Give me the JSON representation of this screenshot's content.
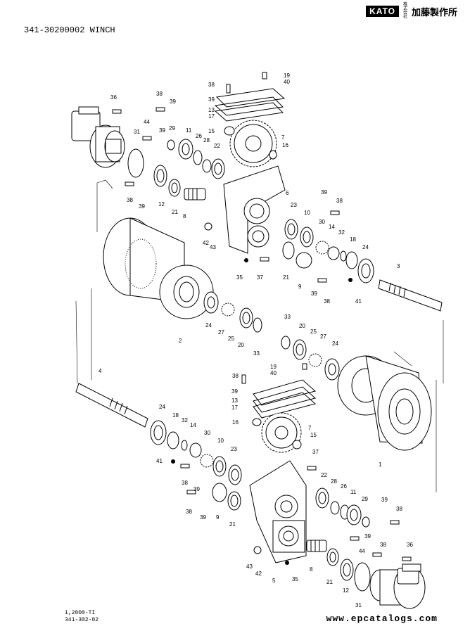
{
  "header": {
    "brand_box": "KATO",
    "brand_small": "株式会社",
    "brand_name": "加藤製作所",
    "title": "341-30200002 WINCH"
  },
  "footer": {
    "code_line1": "1,2000-TI",
    "code_line2": "341-302-02",
    "watermark": "www.epcatalogs.com"
  },
  "callouts": [
    {
      "id": "c1",
      "text": "36"
    },
    {
      "id": "c2",
      "text": "38"
    },
    {
      "id": "c3",
      "text": "39"
    },
    {
      "id": "c4",
      "text": "44"
    },
    {
      "id": "c5",
      "text": "31"
    },
    {
      "id": "c6",
      "text": "39"
    },
    {
      "id": "c7",
      "text": "29"
    },
    {
      "id": "c8",
      "text": "11"
    },
    {
      "id": "c9",
      "text": "26"
    },
    {
      "id": "c10",
      "text": "28"
    },
    {
      "id": "c11",
      "text": "22"
    },
    {
      "id": "c12",
      "text": "38"
    },
    {
      "id": "c13",
      "text": "39"
    },
    {
      "id": "c14",
      "text": "13"
    },
    {
      "id": "c15",
      "text": "17"
    },
    {
      "id": "c16",
      "text": "15"
    },
    {
      "id": "c17",
      "text": "19"
    },
    {
      "id": "c18",
      "text": "40"
    },
    {
      "id": "c19",
      "text": "7"
    },
    {
      "id": "c20",
      "text": "16"
    },
    {
      "id": "c21",
      "text": "6"
    },
    {
      "id": "c22",
      "text": "38"
    },
    {
      "id": "c23",
      "text": "39"
    },
    {
      "id": "c24",
      "text": "12"
    },
    {
      "id": "c25",
      "text": "21"
    },
    {
      "id": "c26",
      "text": "8"
    },
    {
      "id": "c27",
      "text": "39"
    },
    {
      "id": "c28",
      "text": "38"
    },
    {
      "id": "c29",
      "text": "23"
    },
    {
      "id": "c30",
      "text": "10"
    },
    {
      "id": "c31",
      "text": "30"
    },
    {
      "id": "c32",
      "text": "14"
    },
    {
      "id": "c33",
      "text": "32"
    },
    {
      "id": "c34",
      "text": "18"
    },
    {
      "id": "c35",
      "text": "24"
    },
    {
      "id": "c36",
      "text": "3"
    },
    {
      "id": "c37",
      "text": "42"
    },
    {
      "id": "c38",
      "text": "43"
    },
    {
      "id": "c39",
      "text": "35"
    },
    {
      "id": "c40",
      "text": "37"
    },
    {
      "id": "c41",
      "text": "21"
    },
    {
      "id": "c42",
      "text": "9"
    },
    {
      "id": "c43",
      "text": "39"
    },
    {
      "id": "c44",
      "text": "38"
    },
    {
      "id": "c45",
      "text": "41"
    },
    {
      "id": "c46",
      "text": "24"
    },
    {
      "id": "c47",
      "text": "27"
    },
    {
      "id": "c48",
      "text": "25"
    },
    {
      "id": "c49",
      "text": "20"
    },
    {
      "id": "c50",
      "text": "33"
    },
    {
      "id": "c51",
      "text": "2"
    },
    {
      "id": "c52",
      "text": "33"
    },
    {
      "id": "c53",
      "text": "20"
    },
    {
      "id": "c54",
      "text": "25"
    },
    {
      "id": "c55",
      "text": "27"
    },
    {
      "id": "c56",
      "text": "24"
    },
    {
      "id": "c57",
      "text": "4"
    },
    {
      "id": "c58",
      "text": "38"
    },
    {
      "id": "c59",
      "text": "19"
    },
    {
      "id": "c60",
      "text": "40"
    },
    {
      "id": "c61",
      "text": "39"
    },
    {
      "id": "c62",
      "text": "13"
    },
    {
      "id": "c63",
      "text": "17"
    },
    {
      "id": "c64",
      "text": "16"
    },
    {
      "id": "c65",
      "text": "7"
    },
    {
      "id": "c66",
      "text": "15"
    },
    {
      "id": "c67",
      "text": "24"
    },
    {
      "id": "c68",
      "text": "18"
    },
    {
      "id": "c69",
      "text": "32"
    },
    {
      "id": "c70",
      "text": "14"
    },
    {
      "id": "c71",
      "text": "30"
    },
    {
      "id": "c72",
      "text": "10"
    },
    {
      "id": "c73",
      "text": "23"
    },
    {
      "id": "c74",
      "text": "41"
    },
    {
      "id": "c75",
      "text": "38"
    },
    {
      "id": "c76",
      "text": "37"
    },
    {
      "id": "c77",
      "text": "1"
    },
    {
      "id": "c78",
      "text": "22"
    },
    {
      "id": "c79",
      "text": "28"
    },
    {
      "id": "c80",
      "text": "26"
    },
    {
      "id": "c81",
      "text": "11"
    },
    {
      "id": "c82",
      "text": "29"
    },
    {
      "id": "c83",
      "text": "39"
    },
    {
      "id": "c84",
      "text": "38"
    },
    {
      "id": "c85",
      "text": "39"
    },
    {
      "id": "c86",
      "text": "38"
    },
    {
      "id": "c87",
      "text": "39"
    },
    {
      "id": "c88",
      "text": "9"
    },
    {
      "id": "c89",
      "text": "21"
    },
    {
      "id": "c90",
      "text": "39"
    },
    {
      "id": "c91",
      "text": "44"
    },
    {
      "id": "c92",
      "text": "38"
    },
    {
      "id": "c93",
      "text": "36"
    },
    {
      "id": "c94",
      "text": "43"
    },
    {
      "id": "c95",
      "text": "42"
    },
    {
      "id": "c96",
      "text": "5"
    },
    {
      "id": "c97",
      "text": "35"
    },
    {
      "id": "c98",
      "text": "8"
    },
    {
      "id": "c99",
      "text": "21"
    },
    {
      "id": "c100",
      "text": "12"
    },
    {
      "id": "c101",
      "text": "31"
    }
  ]
}
